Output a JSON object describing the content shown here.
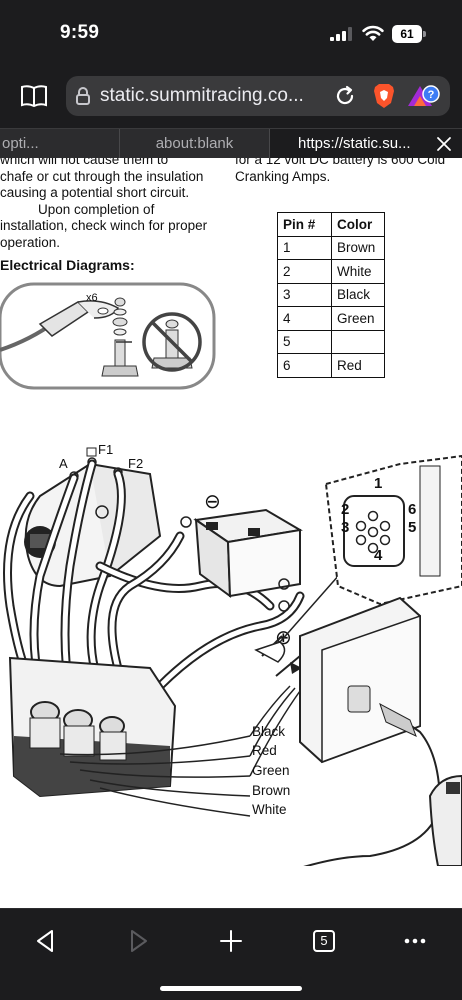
{
  "status_bar": {
    "time": "9:59",
    "battery": "61"
  },
  "address_bar": {
    "url": "static.summitracing.co..."
  },
  "tabs": [
    {
      "label": "opti..."
    },
    {
      "label": "about:blank"
    },
    {
      "label": "https://static.su..."
    }
  ],
  "document": {
    "left_lines": [
      "which will not cause them to",
      "chafe or cut through the insulation",
      "causing a potential short circuit.",
      "Upon completion of",
      "installation, check winch for proper",
      "operation."
    ],
    "right_lines": [
      "for a 12 volt DC battery is 600 Cold",
      "Cranking Amps."
    ],
    "heading": "Electrical Diagrams:",
    "pin_table": {
      "headers": [
        "Pin #",
        "Color"
      ],
      "rows": [
        {
          "pin": "1",
          "color": "Brown"
        },
        {
          "pin": "2",
          "color": "White"
        },
        {
          "pin": "3",
          "color": "Black"
        },
        {
          "pin": "4",
          "color": "Green"
        },
        {
          "pin": "5",
          "color": ""
        },
        {
          "pin": "6",
          "color": "Red"
        }
      ]
    },
    "ring_diagram": {
      "multiplier": "x6"
    },
    "wiring": {
      "terminal_labels": {
        "a": "A",
        "f1": "F1",
        "f2": "F2"
      },
      "battery_labels": {
        "negative": "⊖",
        "positive": "⊕"
      },
      "socket_pins": [
        "1",
        "2",
        "3",
        "4",
        "5",
        "6"
      ],
      "wire_labels": [
        "Black",
        "Red",
        "Green",
        "Brown",
        "White"
      ]
    }
  },
  "toolbar": {
    "tab_count": "5"
  }
}
